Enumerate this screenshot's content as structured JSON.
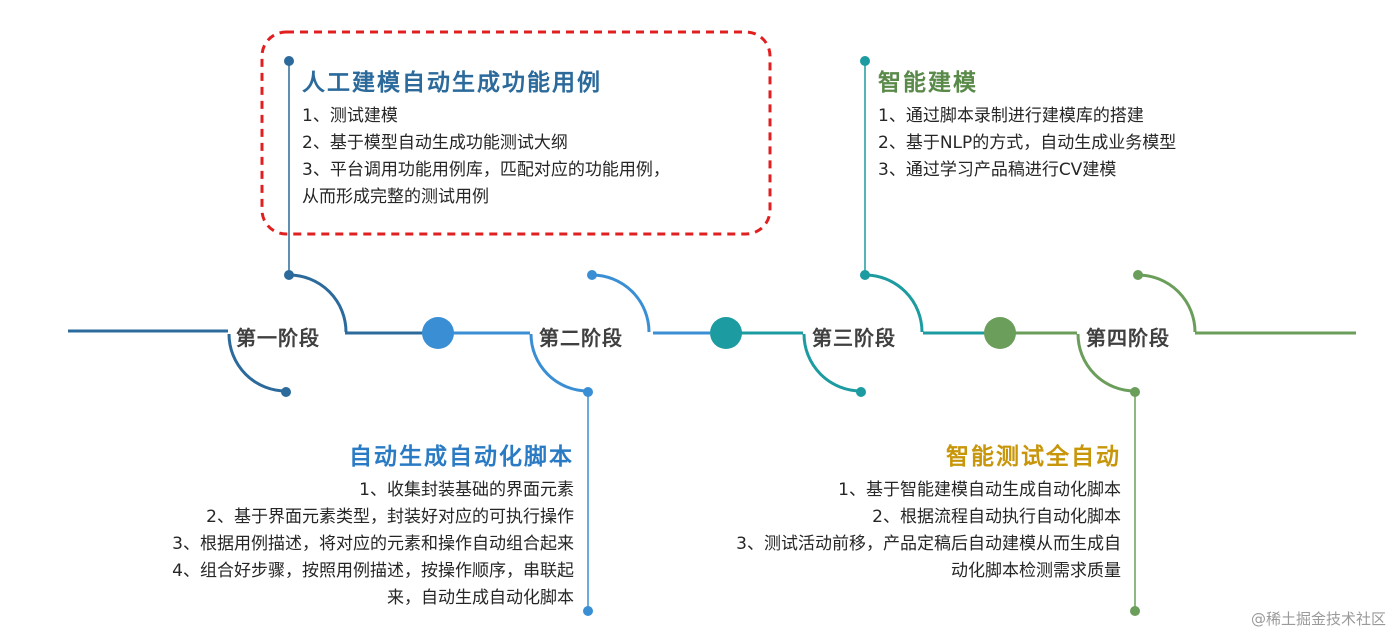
{
  "colors": {
    "stage1": "#2b6a9b",
    "stage2": "#3a8fd4",
    "stage3": "#1c9ba0",
    "stage4": "#6a9e5a",
    "highlight_border": "#e02020",
    "title_gold": "#c8960a"
  },
  "stages": [
    {
      "label": "第一阶段"
    },
    {
      "label": "第二阶段"
    },
    {
      "label": "第三阶段"
    },
    {
      "label": "第四阶段"
    }
  ],
  "blocks": {
    "manual": {
      "title": "人工建模自动生成功能用例",
      "items": [
        "1、测试建模",
        "2、基于模型自动生成功能测试大纲",
        "3、平台调用功能用例库，匹配对应的功能用例，",
        "从而形成完整的测试用例"
      ]
    },
    "script": {
      "title": "自动生成自动化脚本",
      "items": [
        "1、收集封装基础的界面元素",
        "2、基于界面元素类型，封装好对应的可执行操作",
        "3、根据用例描述，将对应的元素和操作自动组合起来",
        "4、组合好步骤，按照用例描述，按操作顺序，串联起",
        "来，自动生成自动化脚本"
      ]
    },
    "smart_model": {
      "title": "智能建模",
      "items": [
        "1、通过脚本录制进行建模库的搭建",
        "2、基于NLP的方式，自动生成业务模型",
        "3、通过学习产品稿进行CV建模"
      ]
    },
    "smart_test": {
      "title": "智能测试全自动",
      "items": [
        "1、基于智能建模自动生成自动化脚本",
        "2、根据流程自动执行自动化脚本",
        "3、测试活动前移，产品定稿后自动建模从而生成自",
        "动化脚本检测需求质量"
      ]
    }
  },
  "watermark": "@稀土掘金技术社区"
}
